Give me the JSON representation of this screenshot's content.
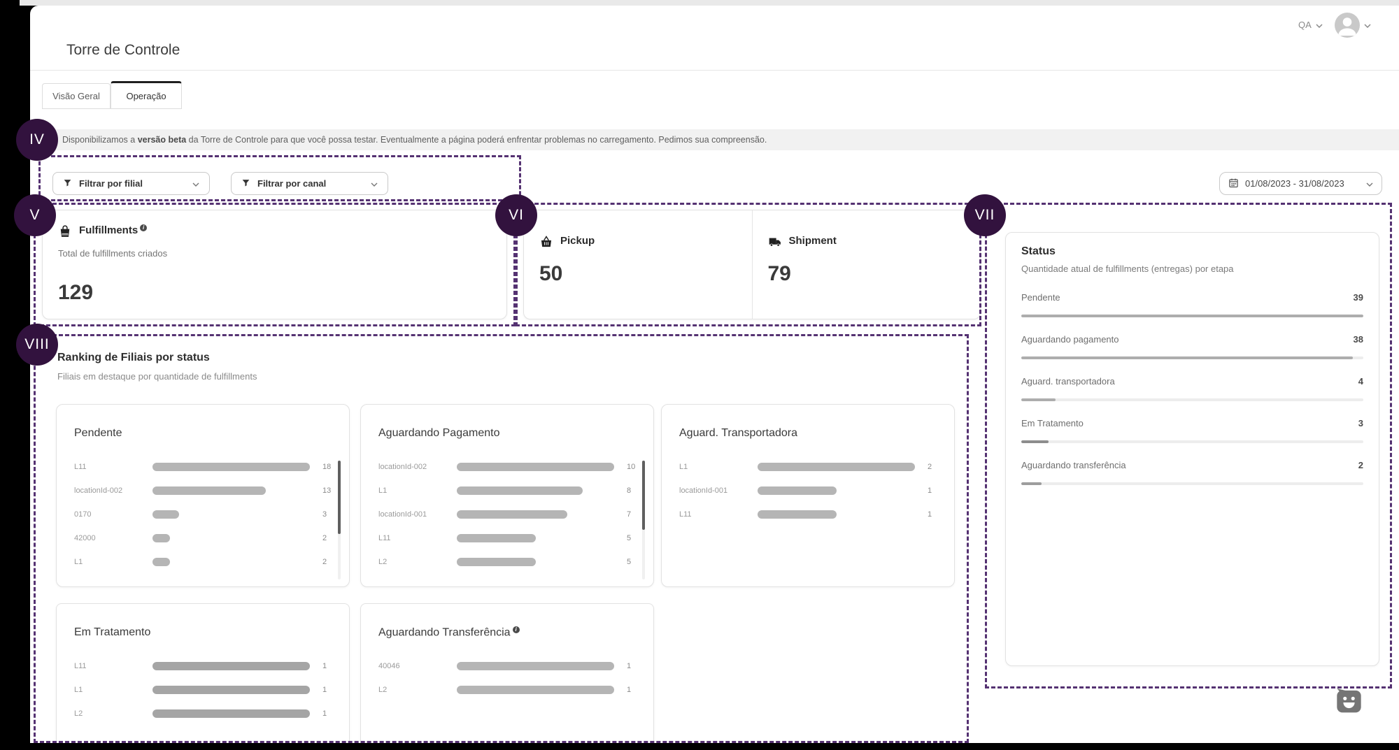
{
  "app": {
    "title": "Torre de Controle",
    "env_label": "QA"
  },
  "tabs": [
    {
      "label": "Visão Geral",
      "active": false
    },
    {
      "label": "Operação",
      "active": true
    }
  ],
  "banner": {
    "text_prefix": "Disponibilizamos a",
    "text_bold": "versão beta",
    "text_suffix": "da Torre de Controle para que você possa testar. Eventualmente a página poderá enfrentar problemas no carregamento. Pedimos sua compreensão."
  },
  "filters": {
    "branch_label": "Filtrar por filial",
    "channel_label": "Filtrar por canal",
    "date_range": "01/08/2023 - 31/08/2023"
  },
  "kpis": {
    "fulfillments": {
      "title": "Fulfillments",
      "subtitle": "Total de fulfillments criados",
      "value": "129"
    },
    "pickup": {
      "title": "Pickup",
      "value": "50"
    },
    "shipment": {
      "title": "Shipment",
      "value": "79"
    }
  },
  "status_panel": {
    "title": "Status",
    "subtitle": "Quantidade atual de fulfillments (entregas) por etapa",
    "rows": [
      {
        "label": "Pendente",
        "value": 39,
        "pct": 100
      },
      {
        "label": "Aguardando pagamento",
        "value": 38,
        "pct": 97
      },
      {
        "label": "Aguard. transportadora",
        "value": 4,
        "pct": 10
      },
      {
        "label": "Em Tratamento",
        "value": 3,
        "pct": 8
      },
      {
        "label": "Aguardando transferência",
        "value": 2,
        "pct": 6
      }
    ]
  },
  "ranking": {
    "title": "Ranking de Filiais por status",
    "subtitle": "Filiais em destaque por quantidade de fulfillments",
    "cards": [
      {
        "title": "Pendente",
        "rows": [
          {
            "label": "L11",
            "value": 18,
            "pct": 100
          },
          {
            "label": "locationId-002",
            "value": 13,
            "pct": 72
          },
          {
            "label": "0170",
            "value": 3,
            "pct": 17
          },
          {
            "label": "42000",
            "value": 2,
            "pct": 11
          },
          {
            "label": "L1",
            "value": 2,
            "pct": 11
          }
        ]
      },
      {
        "title": "Aguardando Pagamento",
        "rows": [
          {
            "label": "locationId-002",
            "value": 10,
            "pct": 100
          },
          {
            "label": "L1",
            "value": 8,
            "pct": 80
          },
          {
            "label": "locationId-001",
            "value": 7,
            "pct": 70
          },
          {
            "label": "L11",
            "value": 5,
            "pct": 50
          },
          {
            "label": "L2",
            "value": 5,
            "pct": 50
          }
        ]
      },
      {
        "title": "Aguard. Transportadora",
        "rows": [
          {
            "label": "L1",
            "value": 2,
            "pct": 100
          },
          {
            "label": "locationId-001",
            "value": 1,
            "pct": 50
          },
          {
            "label": "L11",
            "value": 1,
            "pct": 50
          }
        ]
      },
      {
        "title": "Em Tratamento",
        "rows": [
          {
            "label": "L11",
            "value": 1,
            "pct": 100
          },
          {
            "label": "L1",
            "value": 1,
            "pct": 100
          },
          {
            "label": "L2",
            "value": 1,
            "pct": 100
          }
        ]
      },
      {
        "title": "Aguardando Transferência",
        "rows": [
          {
            "label": "40046",
            "value": 1,
            "pct": 100
          },
          {
            "label": "L2",
            "value": 1,
            "pct": 100
          }
        ]
      }
    ]
  },
  "badges": [
    {
      "label": "IV"
    },
    {
      "label": "V"
    },
    {
      "label": "VI"
    },
    {
      "label": "VII"
    },
    {
      "label": "VIII"
    }
  ],
  "colors": {
    "annotation_purple": "#553272",
    "badge_purple": "#32123e",
    "bar_gray": "#b5b5b5",
    "banner_gray": "#f1f1f1"
  },
  "chart_data": [
    {
      "type": "bar",
      "orientation": "horizontal",
      "title": "Status",
      "subtitle": "Quantidade atual de fulfillments (entregas) por etapa",
      "categories": [
        "Pendente",
        "Aguardando pagamento",
        "Aguard. transportadora",
        "Em Tratamento",
        "Aguardando transferência"
      ],
      "values": [
        39,
        38,
        4,
        3,
        2
      ],
      "legend": false,
      "grid": false
    },
    {
      "type": "bar",
      "orientation": "horizontal",
      "title": "Pendente",
      "categories": [
        "L11",
        "locationId-002",
        "0170",
        "42000",
        "L1"
      ],
      "values": [
        18,
        13,
        3,
        2,
        2
      ],
      "legend": false,
      "grid": false
    },
    {
      "type": "bar",
      "orientation": "horizontal",
      "title": "Aguardando Pagamento",
      "categories": [
        "locationId-002",
        "L1",
        "locationId-001",
        "L11",
        "L2"
      ],
      "values": [
        10,
        8,
        7,
        5,
        5
      ],
      "legend": false,
      "grid": false
    },
    {
      "type": "bar",
      "orientation": "horizontal",
      "title": "Aguard. Transportadora",
      "categories": [
        "L1",
        "locationId-001",
        "L11"
      ],
      "values": [
        2,
        1,
        1
      ],
      "legend": false,
      "grid": false
    },
    {
      "type": "bar",
      "orientation": "horizontal",
      "title": "Em Tratamento",
      "categories": [
        "L11",
        "L1",
        "L2"
      ],
      "values": [
        1,
        1,
        1
      ],
      "legend": false,
      "grid": false
    },
    {
      "type": "bar",
      "orientation": "horizontal",
      "title": "Aguardando Transferência",
      "categories": [
        "40046",
        "L2"
      ],
      "values": [
        1,
        1
      ],
      "legend": false,
      "grid": false
    }
  ]
}
